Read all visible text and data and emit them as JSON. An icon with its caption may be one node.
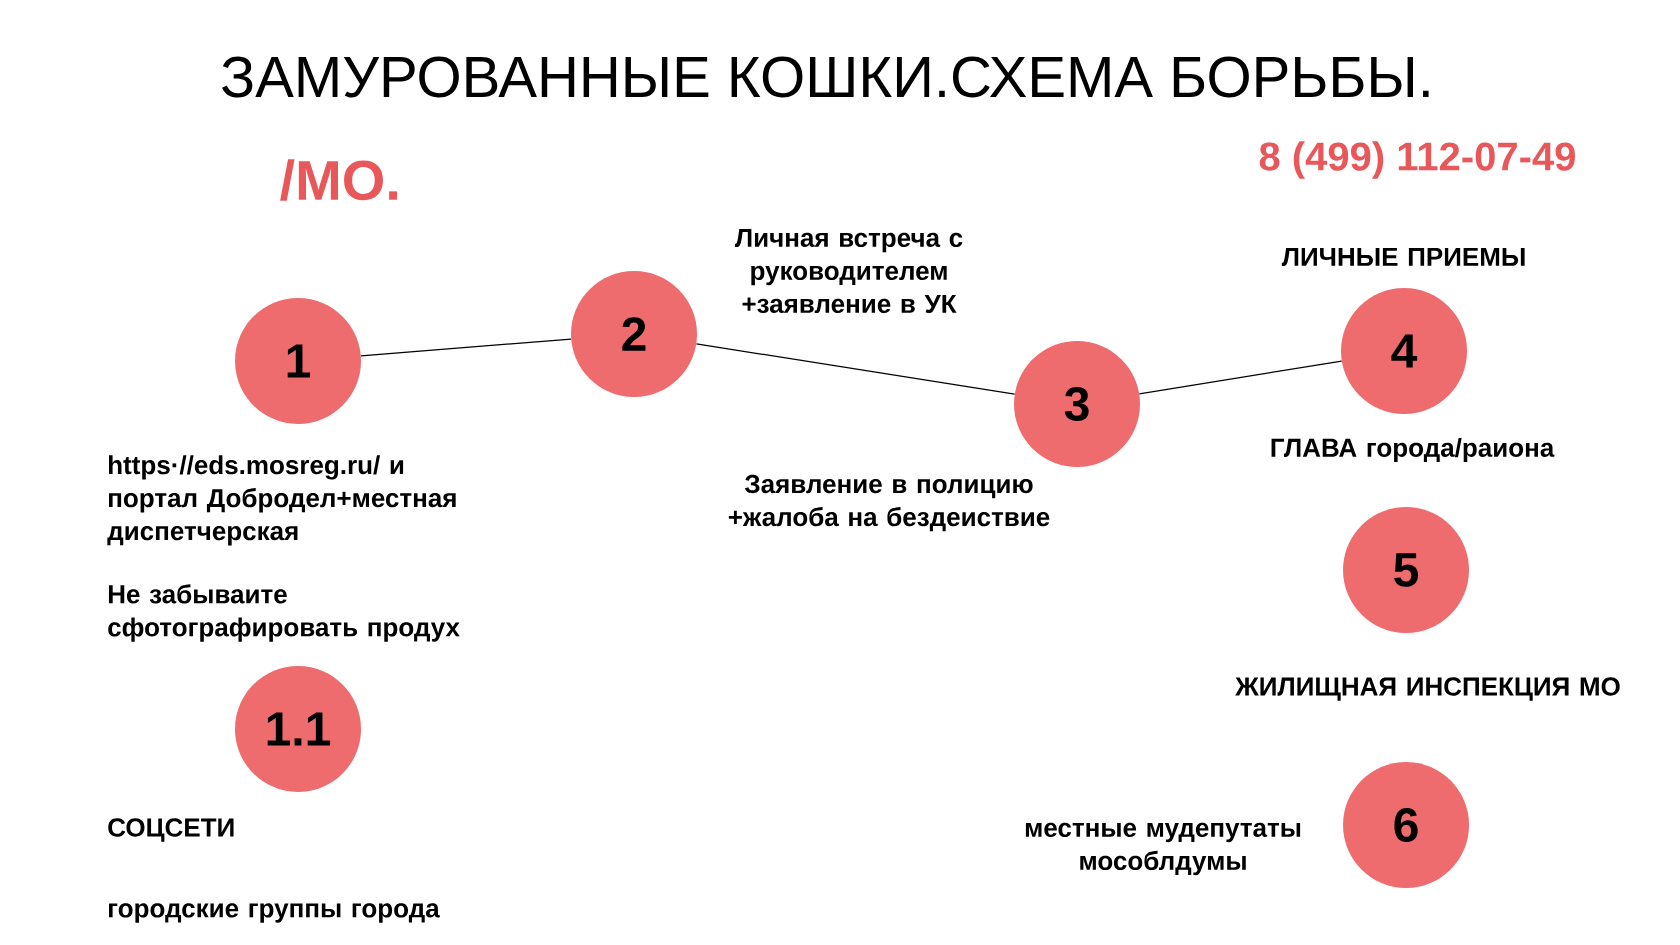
{
  "diagram": {
    "title": "ЗАМУРОВАННЫЕ КОШКИ.СХЕМА БОРЬБЫ.",
    "nodes": [
      {
        "text": [
          "1"
        ],
        "beside": [
          "https·//eds.mosreg.ru/ и портал Добродел+местная диспетчерская",
          "Не забываите сфотографировать продух"
        ]
      },
      {
        "text": [
          "2"
        ],
        "beside": [
          "Личная встреча с руководителем +заявление в УК"
        ]
      },
      {
        "text": [
          "3"
        ],
        "beside": [
          "Заявление в полицию +жалоба на бездеиствие"
        ]
      },
      {
        "text": [
          "4"
        ],
        "beside": [
          "ЛИЧНЫЕ ПРИЕМЫ",
          "ГЛАВА города/раиона"
        ]
      },
      {
        "text": [
          "5"
        ],
        "beside": [
          "ЖИЛИЩНАЯ ИНСПЕКЦИЯ МО"
        ]
      },
      {
        "text": [
          "6"
        ],
        "beside": [
          "местные мудепутаты мособлдумы"
        ]
      },
      {
        "text": [
          "1.1"
        ],
        "beside": [
          "СОЦСЕТИ",
          "городские группы  города"
        ]
      }
    ],
    "edges": [
      {
        "from": 0,
        "to": 1,
        "arrow": "none"
      },
      {
        "from": 1,
        "to": 2,
        "arrow": "none"
      },
      {
        "from": 2,
        "to": 3,
        "arrow": "none"
      }
    ],
    "labels": [
      "/МО.",
      "8 (499) 112-07-49"
    ]
  }
}
